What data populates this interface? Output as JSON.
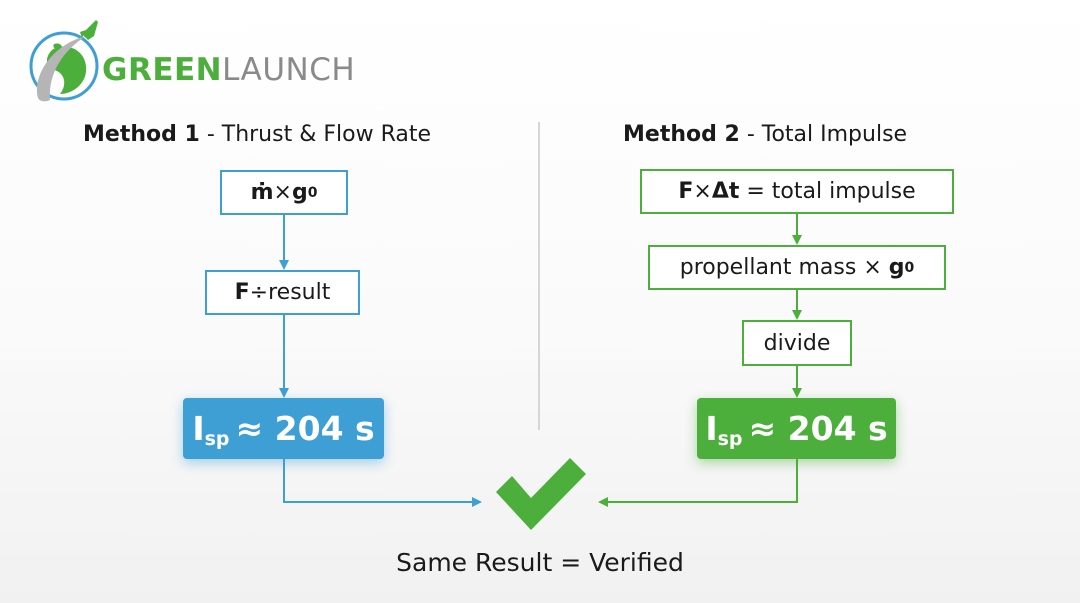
{
  "logo": {
    "brand_part1": "GREEN",
    "brand_part2": "LAUNCH",
    "icon": "globe-rocket-icon"
  },
  "colors": {
    "blue": "#3d9fd4",
    "green": "#4caf3c",
    "divider": "#d6d6d6",
    "text": "#1a1a1a"
  },
  "method1": {
    "title_bold": "Method 1",
    "title_rest": " - Thrust & Flow Rate",
    "steps": [
      {
        "pre": "ṁ",
        "op": " × ",
        "bold": "g",
        "sub": "0"
      },
      {
        "bold": "F",
        "op": " ÷ ",
        "text": "result"
      }
    ],
    "result": {
      "main": "I",
      "sub": "sp",
      "rest": "≈ 204 s"
    }
  },
  "method2": {
    "title_bold": "Method 2",
    "title_rest": " - Total Impulse",
    "steps": [
      {
        "bold1": "F",
        "op": " × ",
        "bold2": "Δt",
        "text": " = total impulse"
      },
      {
        "text": "propellant mass × ",
        "bold": "g",
        "sub": "0"
      },
      {
        "text": "divide"
      }
    ],
    "result": {
      "main": "I",
      "sub": "sp",
      "rest": "≈ 204 s"
    }
  },
  "conclusion": {
    "icon": "checkmark-icon",
    "label": "Same Result = Verified"
  }
}
